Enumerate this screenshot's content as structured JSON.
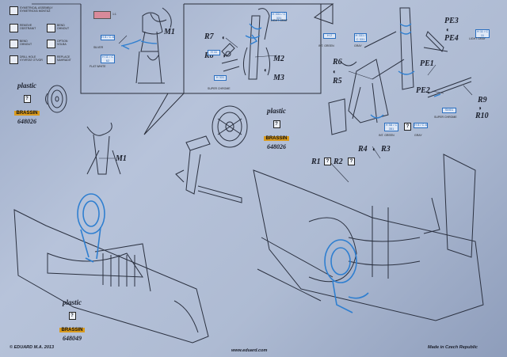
{
  "legend": [
    {
      "icon": "symmetrical-assembly-icon",
      "line1": "SYMETRICAL ASSEMBLY",
      "line2": "SYMETRICKÁ MONTÁŽ"
    },
    {
      "icon": "remove-icon",
      "line1": "REMOVE",
      "line2": "ODSTRANIT"
    },
    {
      "icon": "bend-icon",
      "line1": "BEND",
      "line2": "OHNOUT"
    },
    {
      "icon": "bend-over-icon",
      "line1": "BEND",
      "line2": "OHNOUT"
    },
    {
      "icon": "option-icon",
      "line1": "OPTION",
      "line2": "VOLBA"
    },
    {
      "icon": "drill-hole-icon",
      "line1": "DRILL HOLE",
      "line2": "VYVRTAT OTVOR"
    },
    {
      "icon": "replace-icon",
      "line1": "REPLACE",
      "line2": "NAHRADIT"
    }
  ],
  "swatch_value": "1:1",
  "parts": {
    "M1_top": "M1",
    "M1_mid": "M1",
    "M2": "M2",
    "M3": "M3",
    "R7": "R7",
    "R8": "R8",
    "R6": "R6",
    "R5": "R5",
    "PE3": "PE3",
    "PE4": "PE4",
    "PE1": "PE1",
    "PE2": "PE2",
    "R9": "R9",
    "R10": "R10",
    "R1": "R1",
    "R2": "R2",
    "R4": "R4",
    "R3": "R3"
  },
  "colors": {
    "c1": {
      "codes": "H 8 / C 8",
      "name": "SILVER"
    },
    "c2": {
      "codes": "H 11 / C 62",
      "name": "FLAT WHITE"
    },
    "c3": {
      "codes": "H 331 / C 331",
      "name": "LIGHT GRAY"
    },
    "c4": {
      "codes": "H 331",
      "name": "SUPER CHROME"
    },
    "c5": {
      "codes": "H 11",
      "name": "LIGHT GRAY"
    },
    "c6": {
      "codes": "H 2",
      "name": "INT. GREEN"
    },
    "c7": {
      "codes": "H 331 / C 331",
      "name": "GRAY"
    },
    "c8": {
      "codes": "H 11 / C 11",
      "name": "LIGHT GRAY"
    },
    "c9": {
      "codes": "SM01",
      "name": "SUPER CHROME"
    },
    "c10": {
      "codes": "H 58 / C 351",
      "name": "INT. GREEN"
    },
    "c11": {
      "codes": "H 8 / C 8",
      "name": "GRAY"
    }
  },
  "supplements": [
    {
      "label": "plastic",
      "brand": "BRASSIN",
      "number": "648026"
    },
    {
      "label": "plastic",
      "brand": "BRASSIN",
      "number": "648026"
    },
    {
      "label": "plastic",
      "brand": "BRASSIN",
      "number": "648049"
    }
  ],
  "footer": {
    "left": "© EDUARD M.A. 2013",
    "center": "www.eduard.com",
    "right": "Made in Czech Republic"
  },
  "accent_blue": "#2f7fd0",
  "swatch_color": "#d98a9a",
  "brassin_color": "#d99a1e"
}
